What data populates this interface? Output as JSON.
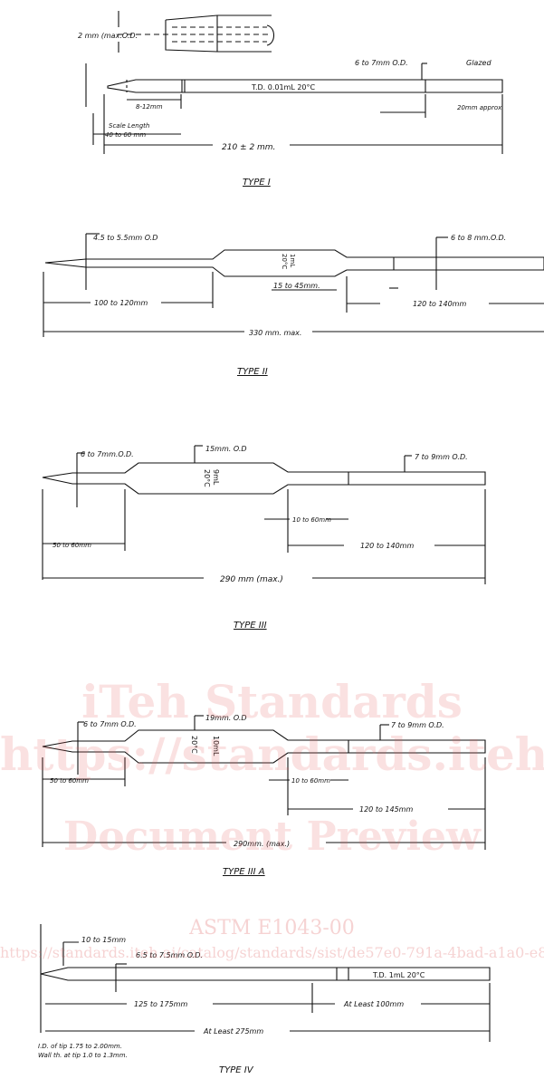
{
  "type1": {
    "title": "TYPE I",
    "tip_od": "2 mm (max.O.D.",
    "tube_od": "6 to 7mm O.D.",
    "glazed": "Glazed",
    "marking": "T.D. 0.01mL 20°C",
    "scale_offset": "8-12mm",
    "end_len": "20mm approx",
    "scale_len_1": "Scale Length",
    "scale_len_2": "40 to 60 mm",
    "total": "210 ± 2 mm."
  },
  "type2": {
    "title": "TYPE II",
    "tip_od": "4.5 to 5.5mm O.D",
    "tube_od": "6 to 8 mm.O.D.",
    "marking_1": "1mL",
    "marking_2": "20°C",
    "tip_len": "100 to 120mm",
    "bulb_len": "15 to 45mm.",
    "stem_len": "120 to 140mm",
    "total": "330 mm. max."
  },
  "type3": {
    "title": "TYPE III",
    "tip_od": "6 to 7mm.O.D.",
    "bulb_od": "15mm. O.D",
    "tube_od": "7 to 9mm O.D.",
    "marking_1": "9mL",
    "marking_2": "20°C",
    "tip_len": "50 to 60mm",
    "neck_len": "10 to 60mm",
    "stem_len": "120 to 140mm",
    "total": "290 mm (max.)"
  },
  "type3a": {
    "title": "TYPE III A",
    "tip_od": "6 to 7mm O.D.",
    "bulb_od": "19mm. O.D",
    "tube_od": "7 to 9mm O.D.",
    "marking_1": "10mL",
    "marking_2": "20°C",
    "tip_len": "50 to 60mm",
    "neck_len": "10 to 60mm",
    "stem_len": "120 to 145mm",
    "total": "290mm. (max.)"
  },
  "type4": {
    "title": "TYPE IV",
    "top_len": "10 to 15mm",
    "tube_od": "6.5 to 7.5mm O.D.",
    "marking": "T.D. 1mL 20°C",
    "mid_len": "125 to 175mm",
    "end_len": "At Least 100mm",
    "total": "At Least 275mm",
    "note_1": "I.D. of tip 1.75 to 2.00mm.",
    "note_2": "Wall th. at tip 1.0 to 1.3mm."
  },
  "watermark": {
    "line1": "iTeh Standards",
    "line2": "https://standards.iteh.ai",
    "line3": "Document Preview",
    "line4": "ASTM E1043-00",
    "line5": "https://standards.iteh.ai/catalog/standards/sist/de57e0-791a-4bad-a1a0-e8"
  }
}
